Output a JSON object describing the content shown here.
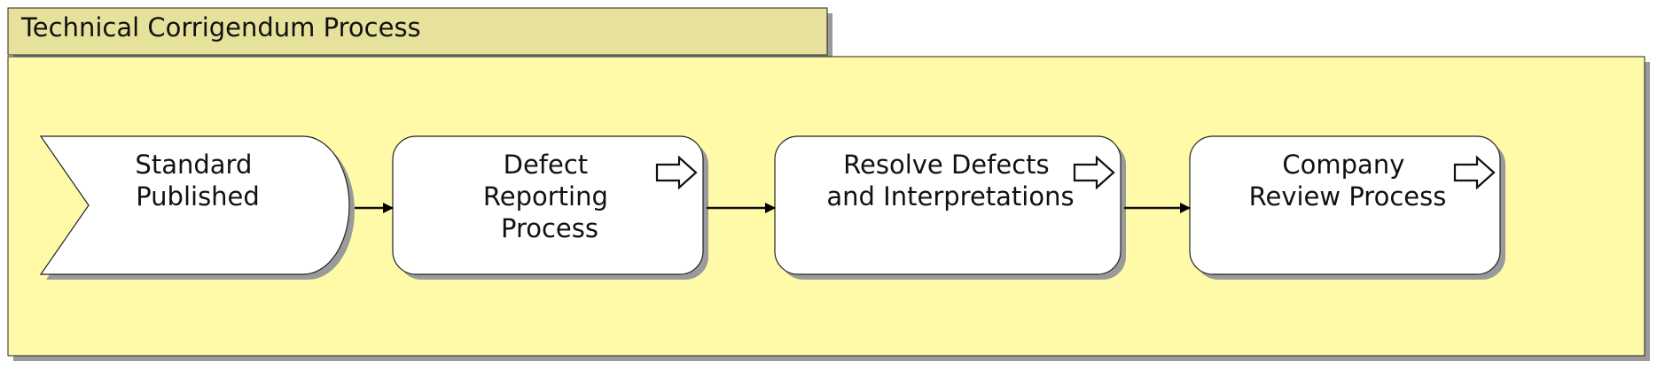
{
  "title": "Technical Corrigendum Process",
  "colors": {
    "tab_fill": "#e6e29c",
    "pool_fill": "#fefaa8",
    "shape_fill": "#ffffff",
    "shadow": "#9a9a9a",
    "stroke": "#222222"
  },
  "nodes": [
    {
      "id": "standard-published",
      "lines": [
        "Standard",
        "Published"
      ],
      "kind": "start-event",
      "has_subprocess_marker": false
    },
    {
      "id": "defect-reporting",
      "lines": [
        "Defect",
        "Reporting",
        "Process"
      ],
      "kind": "process",
      "has_subprocess_marker": true
    },
    {
      "id": "resolve-defects",
      "lines": [
        "Resolve Defects",
        "and Interpretations"
      ],
      "kind": "process",
      "has_subprocess_marker": true
    },
    {
      "id": "company-review",
      "lines": [
        "Company",
        "Review Process"
      ],
      "kind": "process",
      "has_subprocess_marker": true
    }
  ],
  "edges": [
    {
      "from": "standard-published",
      "to": "defect-reporting"
    },
    {
      "from": "defect-reporting",
      "to": "resolve-defects"
    },
    {
      "from": "resolve-defects",
      "to": "company-review"
    }
  ]
}
